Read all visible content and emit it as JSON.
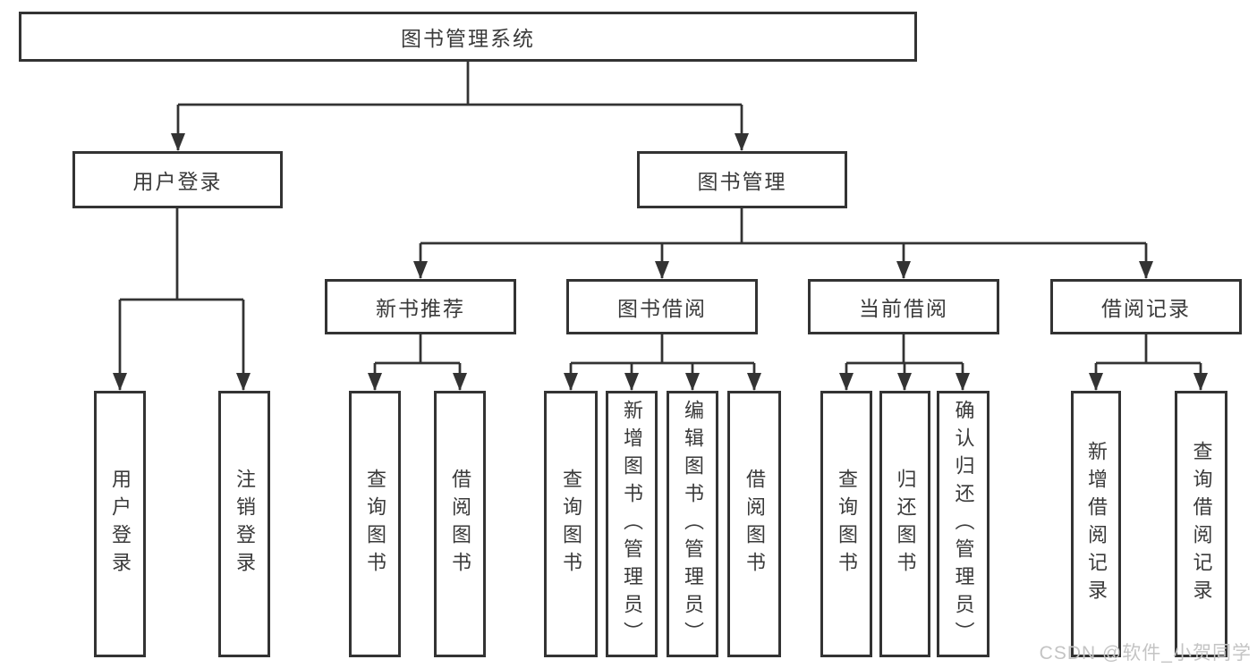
{
  "tree": {
    "root": {
      "label": "图书管理系统",
      "children": [
        {
          "label": "用户登录",
          "children": [
            {
              "label": "用户登录"
            },
            {
              "label": "注销登录"
            }
          ]
        },
        {
          "label": "图书管理",
          "children": [
            {
              "label": "新书推荐",
              "children": [
                {
                  "label": "查询图书"
                },
                {
                  "label": "借阅图书"
                }
              ]
            },
            {
              "label": "图书借阅",
              "children": [
                {
                  "label": "查询图书"
                },
                {
                  "label": "新增图书（管理员）"
                },
                {
                  "label": "编辑图书（管理员）"
                },
                {
                  "label": "借阅图书"
                }
              ]
            },
            {
              "label": "当前借阅",
              "children": [
                {
                  "label": "查询图书"
                },
                {
                  "label": "归还图书"
                },
                {
                  "label": "确认归还（管理员）"
                }
              ]
            },
            {
              "label": "借阅记录",
              "children": [
                {
                  "label": "新增借阅记录"
                },
                {
                  "label": "查询借阅记录"
                }
              ]
            }
          ]
        }
      ]
    }
  },
  "watermark": {
    "text": "CSDN @软件_小贺同学"
  },
  "colors": {
    "line": "#333333",
    "text": "#3a3a3a",
    "background": "#ffffff",
    "watermark": "#c4c4c4"
  }
}
